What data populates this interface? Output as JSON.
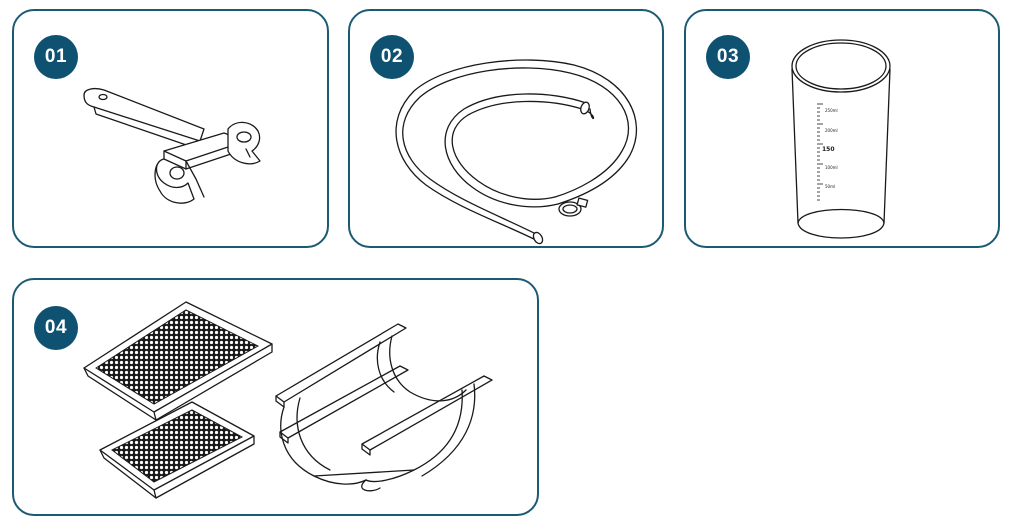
{
  "panels": [
    {
      "badge": "01",
      "item": "wrench-tool"
    },
    {
      "badge": "02",
      "item": "hose-with-clamp"
    },
    {
      "badge": "03",
      "item": "measuring-cup"
    },
    {
      "badge": "04",
      "item": "filter-trays-and-holder"
    }
  ],
  "cup": {
    "marks": [
      "250ml",
      "200ml",
      "150",
      "100ml",
      "50ml"
    ]
  },
  "colors": {
    "accent": "#0e5170",
    "border": "#1c5a73",
    "line": "#1a1a1a"
  }
}
